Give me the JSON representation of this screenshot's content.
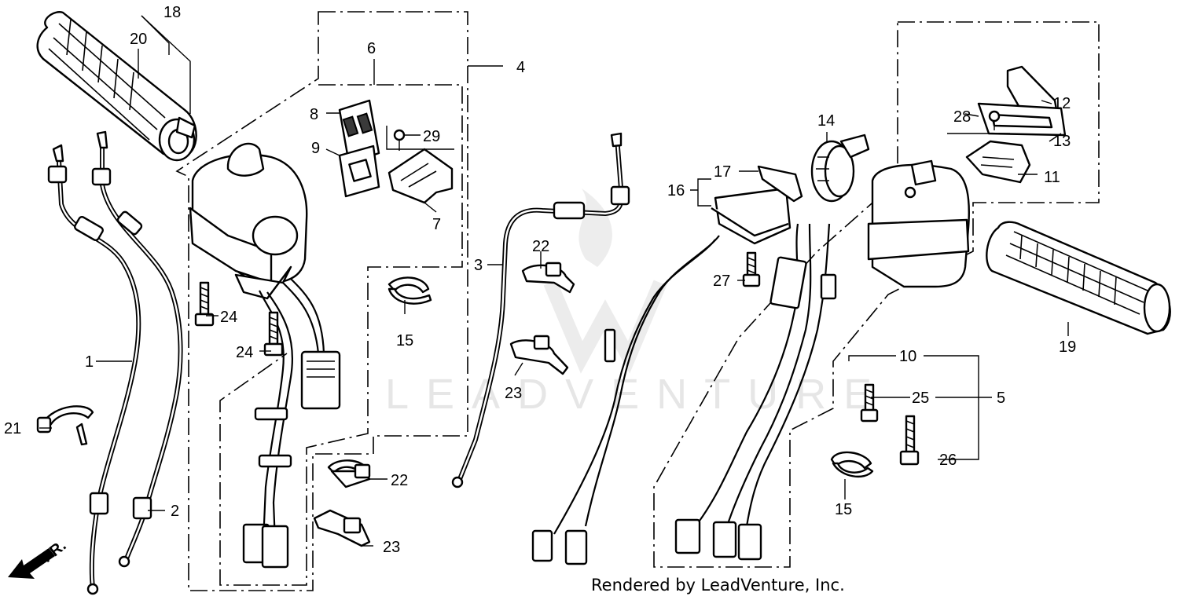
{
  "credit": "Rendered by LeadVenture, Inc.",
  "watermark": "LEADVENTURE",
  "direction_label": "FR.",
  "callouts": [
    {
      "id": "c1",
      "text": "1"
    },
    {
      "id": "c2",
      "text": "2"
    },
    {
      "id": "c3",
      "text": "3"
    },
    {
      "id": "c4",
      "text": "4"
    },
    {
      "id": "c5",
      "text": "5"
    },
    {
      "id": "c6",
      "text": "6"
    },
    {
      "id": "c7",
      "text": "7"
    },
    {
      "id": "c8",
      "text": "8"
    },
    {
      "id": "c9",
      "text": "9"
    },
    {
      "id": "c10",
      "text": "10"
    },
    {
      "id": "c11",
      "text": "11"
    },
    {
      "id": "c12",
      "text": "12"
    },
    {
      "id": "c13",
      "text": "13"
    },
    {
      "id": "c14",
      "text": "14"
    },
    {
      "id": "c15a",
      "text": "15"
    },
    {
      "id": "c15b",
      "text": "15"
    },
    {
      "id": "c16",
      "text": "16"
    },
    {
      "id": "c17",
      "text": "17"
    },
    {
      "id": "c18",
      "text": "18"
    },
    {
      "id": "c19",
      "text": "19"
    },
    {
      "id": "c20",
      "text": "20"
    },
    {
      "id": "c21",
      "text": "21"
    },
    {
      "id": "c22a",
      "text": "22"
    },
    {
      "id": "c22b",
      "text": "22"
    },
    {
      "id": "c23a",
      "text": "23"
    },
    {
      "id": "c23b",
      "text": "23"
    },
    {
      "id": "c24a",
      "text": "24"
    },
    {
      "id": "c24b",
      "text": "24"
    },
    {
      "id": "c25",
      "text": "25"
    },
    {
      "id": "c26",
      "text": "26"
    },
    {
      "id": "c27",
      "text": "27"
    },
    {
      "id": "c28",
      "text": "28"
    },
    {
      "id": "c29",
      "text": "29"
    }
  ]
}
